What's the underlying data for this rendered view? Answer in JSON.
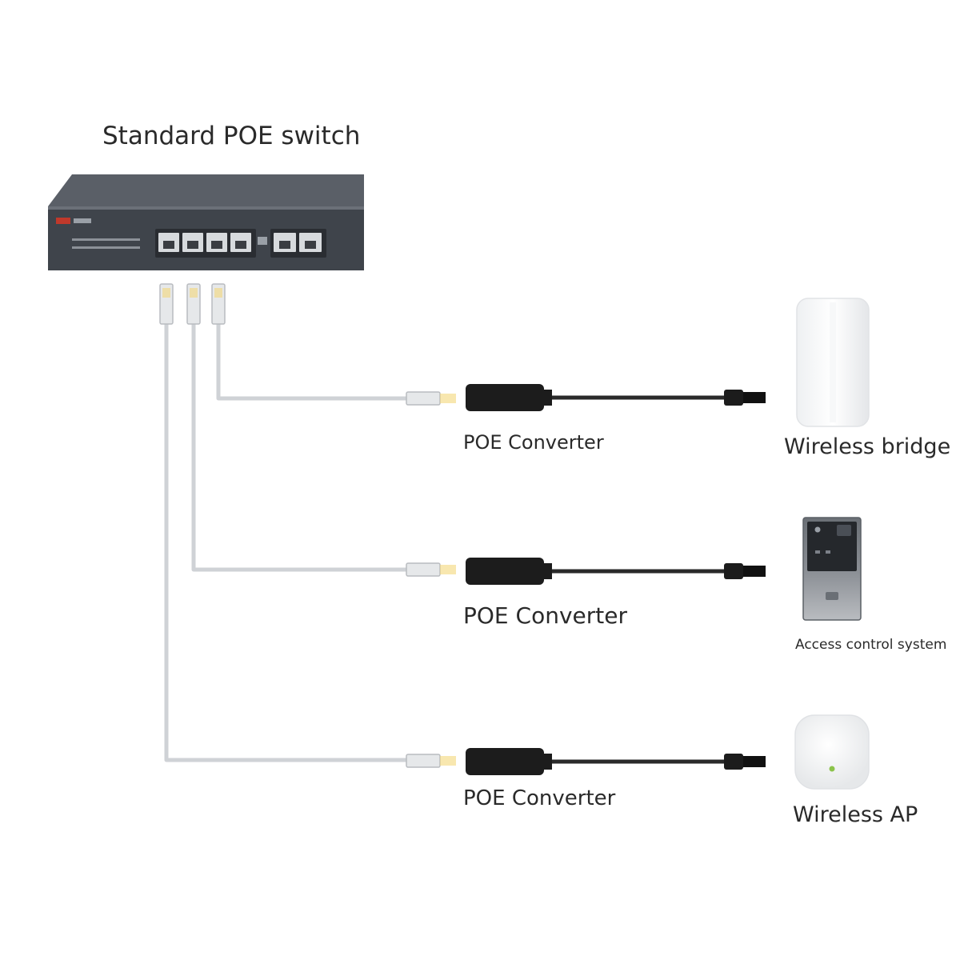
{
  "title": "Standard POE switch",
  "branches": [
    {
      "converter_label": "POE Converter",
      "device_label": "Wireless bridge",
      "device_icon": "wireless-bridge-icon"
    },
    {
      "converter_label": "POE Converter",
      "device_label": "Access control system",
      "device_icon": "access-control-icon"
    },
    {
      "converter_label": "POE Converter",
      "device_label": "Wireless AP",
      "device_icon": "wireless-ap-icon"
    }
  ],
  "colors": {
    "switch_body": "#4b5058",
    "switch_front": "#3a3e45",
    "patch_cable": "#cfd2d6",
    "converter": "#1c1c1c",
    "converter_cable": "#2a2a2a"
  }
}
